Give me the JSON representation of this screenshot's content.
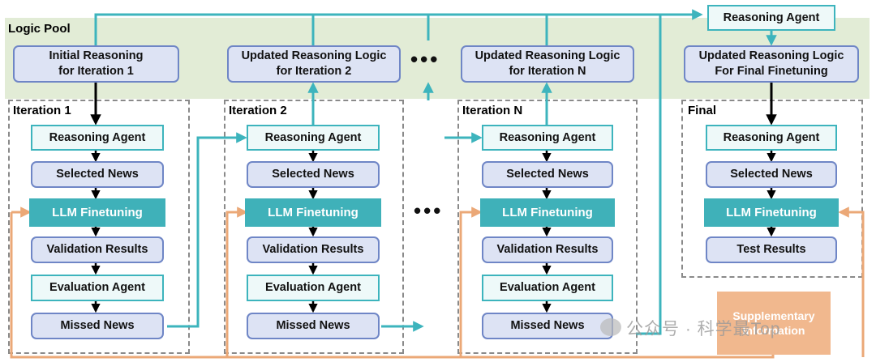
{
  "pool_label": "Logic Pool",
  "top_agent": "Reasoning Agent",
  "logic": {
    "initial": [
      "Initial Reasoning",
      "for Iteration 1"
    ],
    "iter2": [
      "Updated Reasoning Logic",
      "for Iteration 2"
    ],
    "iterN": [
      "Updated Reasoning Logic",
      "for Iteration N"
    ],
    "final": [
      "Updated Reasoning Logic",
      "For Final Finetuning"
    ]
  },
  "ellipsis": "•••",
  "columns": {
    "iter1": {
      "label": "Iteration 1",
      "steps": [
        "Reasoning Agent",
        "Selected News",
        "LLM Finetuning",
        "Validation Results",
        "Evaluation Agent",
        "Missed News"
      ]
    },
    "iter2": {
      "label": "Iteration 2",
      "steps": [
        "Reasoning Agent",
        "Selected News",
        "LLM Finetuning",
        "Validation Results",
        "Evaluation Agent",
        "Missed News"
      ]
    },
    "iterN": {
      "label": "Iteration N",
      "steps": [
        "Reasoning Agent",
        "Selected News",
        "LLM Finetuning",
        "Validation Results",
        "Evaluation Agent",
        "Missed News"
      ]
    },
    "final": {
      "label": "Final",
      "steps": [
        "Reasoning Agent",
        "Selected News",
        "LLM Finetuning",
        "Test Results"
      ]
    }
  },
  "supplementary": [
    "Supplementary",
    "Information"
  ],
  "watermark": "公众号 · 科学最Top",
  "colors": {
    "teal": "#3db4bd",
    "orange": "#eba877",
    "logic_border": "#6f86c6",
    "pool_bg": "#e2ecd6"
  }
}
